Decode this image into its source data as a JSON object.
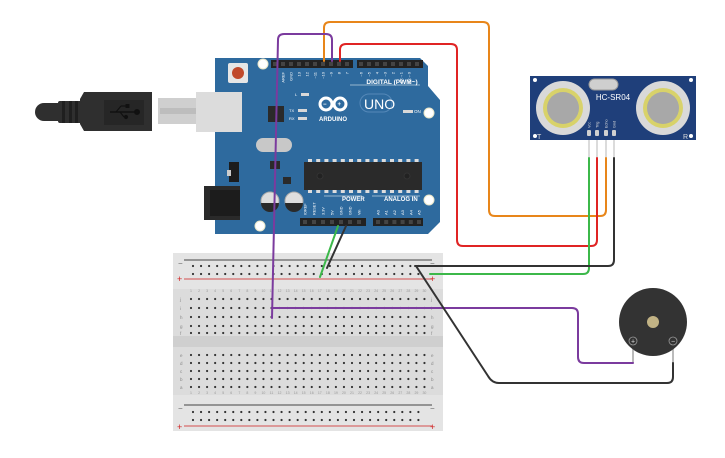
{
  "canvas": {
    "background": "#ffffff"
  },
  "arduino": {
    "name": "Arduino UNO",
    "logo_text": "ARDUINO",
    "model_text": "UNO",
    "digital_label": "DIGITAL (PWM~)",
    "power_label": "POWER",
    "analog_label": "ANALOG IN",
    "on_label": "ON",
    "led_labels": [
      "L",
      "TX",
      "RX"
    ],
    "digital_pins": [
      "AREF",
      "GND",
      "13",
      "12",
      "~11",
      "~10",
      "~9",
      "8",
      "7",
      "~6",
      "~5",
      "4",
      "~3",
      "2",
      "TX→1",
      "RX←0"
    ],
    "power_pins": [
      "IOREF",
      "RESET",
      "3.3V",
      "5V",
      "GND",
      "GND",
      "Vin"
    ],
    "analog_pins": [
      "A0",
      "A1",
      "A2",
      "A3",
      "A4",
      "A5"
    ],
    "board_color": "#2e6a9e",
    "header_color": "#222222"
  },
  "usb_cable": {
    "icon": "usb-icon"
  },
  "sensor": {
    "name": "HC-SR04",
    "label": "HC-SR04",
    "pins": [
      "Vcc",
      "Trig",
      "Echo",
      "Gnd"
    ],
    "left_label": "T",
    "right_label": "R",
    "board_color": "#1f3f7a"
  },
  "buzzer": {
    "name": "Piezo buzzer",
    "plus_label": "+",
    "minus_label": "−"
  },
  "breadboard": {
    "rail_minus": "−",
    "rail_plus": "+",
    "columns": 30,
    "top_rows": [
      "j",
      "i",
      "h",
      "g",
      "f"
    ],
    "bottom_rows": [
      "e",
      "d",
      "c",
      "b",
      "a"
    ],
    "column_numbers": [
      "1",
      "2",
      "3",
      "4",
      "5",
      "6",
      "7",
      "8",
      "9",
      "10",
      "11",
      "12",
      "13",
      "14",
      "15",
      "16",
      "17",
      "18",
      "19",
      "20",
      "21",
      "22",
      "23",
      "24",
      "25",
      "26",
      "27",
      "28",
      "29",
      "30"
    ]
  },
  "wires": [
    {
      "name": "orange-wire",
      "from": "Arduino ~11",
      "to": "HC-SR04 Echo",
      "color": "#e8861a"
    },
    {
      "name": "red-wire",
      "from": "Arduino ~9",
      "to": "HC-SR04 Trig",
      "color": "#e02424"
    },
    {
      "name": "purple-wire",
      "from": "Arduino ~10",
      "to": "Buzzer +",
      "color": "#7b3b9e"
    },
    {
      "name": "green-wire",
      "from": "Arduino 5V",
      "to": "HC-SR04 Vcc",
      "color": "#3cb84a"
    },
    {
      "name": "black-wire",
      "from": "Arduino GND",
      "to": "HC-SR04 Gnd",
      "color": "#333333"
    },
    {
      "name": "black-wire-buzzer",
      "from": "Breadboard GND rail",
      "to": "Buzzer −",
      "color": "#333333"
    }
  ]
}
